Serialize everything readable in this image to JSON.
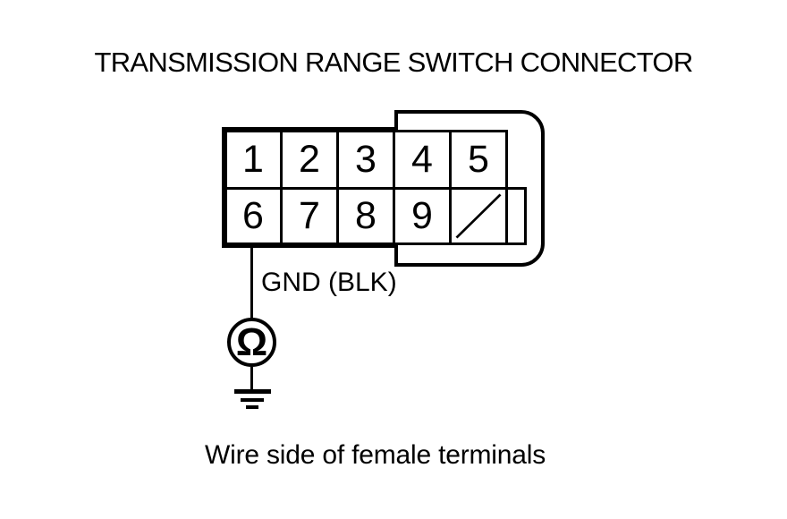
{
  "title": "TRANSMISSION RANGE SWITCH CONNECTOR",
  "connector": {
    "row1": [
      "1",
      "2",
      "3",
      "4",
      "5"
    ],
    "row2": [
      "6",
      "7",
      "8",
      "9"
    ],
    "empty_cell": "slash"
  },
  "wire": {
    "label": "GND (BLK)"
  },
  "meter": {
    "symbol": "Ω"
  },
  "caption": "Wire side of female terminals",
  "colors": {
    "line": "#000000",
    "background": "#ffffff"
  }
}
